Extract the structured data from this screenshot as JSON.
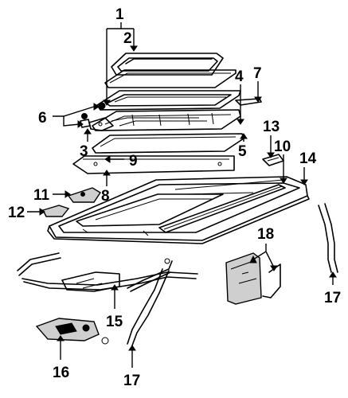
{
  "diagram": {
    "callouts": [
      {
        "id": "c1",
        "text": "1"
      },
      {
        "id": "c2",
        "text": "2"
      },
      {
        "id": "c3",
        "text": "3"
      },
      {
        "id": "c4",
        "text": "4"
      },
      {
        "id": "c5",
        "text": "5"
      },
      {
        "id": "c6",
        "text": "6"
      },
      {
        "id": "c7",
        "text": "7"
      },
      {
        "id": "c8",
        "text": "8"
      },
      {
        "id": "c9",
        "text": "9"
      },
      {
        "id": "c10",
        "text": "10"
      },
      {
        "id": "c11",
        "text": "11"
      },
      {
        "id": "c12",
        "text": "12"
      },
      {
        "id": "c13",
        "text": "13"
      },
      {
        "id": "c14",
        "text": "14"
      },
      {
        "id": "c15",
        "text": "15"
      },
      {
        "id": "c16",
        "text": "16"
      },
      {
        "id": "c17a",
        "text": "17"
      },
      {
        "id": "c17b",
        "text": "17"
      },
      {
        "id": "c18",
        "text": "18"
      }
    ]
  }
}
